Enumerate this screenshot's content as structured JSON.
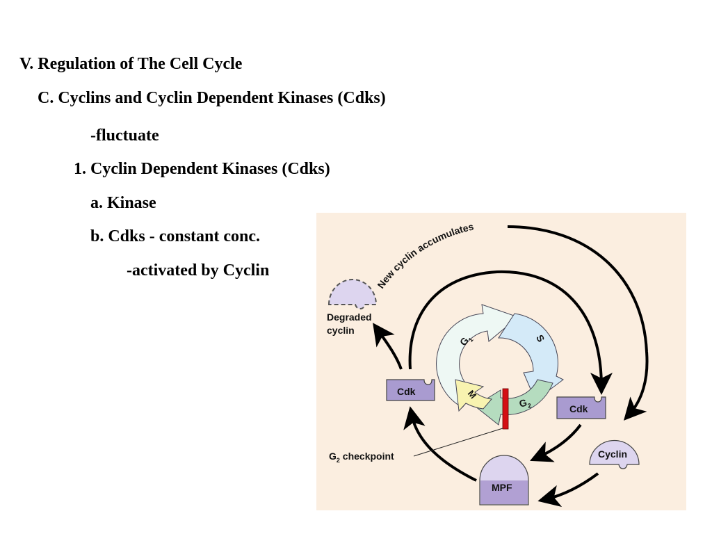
{
  "slide": {
    "heading": "V. Regulation of The Cell Cycle",
    "subheading": "C. Cyclins and Cyclin Dependent Kinases (Cdks)",
    "lines": [
      "-fluctuate",
      "1. Cyclin Dependent Kinases (Cdks)",
      "a. Kinase",
      "b. Cdks - constant conc.",
      "-activated by Cyclin"
    ]
  },
  "figure": {
    "arc_label": "New cyclin accumulates",
    "degraded_label_1": "Degraded",
    "degraded_label_2": "cyclin",
    "cdk_left": "Cdk",
    "cdk_right": "Cdk",
    "cyclin": "Cyclin",
    "mpf": "MPF",
    "checkpoint_g": "G",
    "checkpoint_sub": "2",
    "checkpoint_rest": " checkpoint",
    "phases": {
      "g1": "G",
      "g1_sub": "1",
      "s": "S",
      "g2": "G",
      "g2_sub": "2",
      "m": "M"
    },
    "colors": {
      "background": "#fbeee0",
      "cdk": "#a99bd0",
      "cyclin": "#ddd5ef",
      "g1": "#eef8f4",
      "s": "#d4eaf8",
      "g2": "#b5dcbf",
      "m": "#f8f3b0",
      "checkpoint": "#d40f14"
    }
  }
}
